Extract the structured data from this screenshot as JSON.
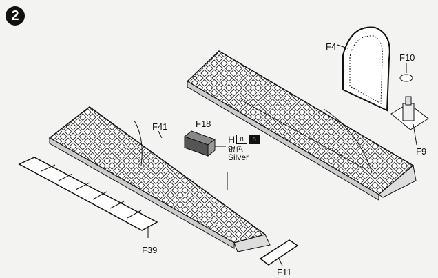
{
  "step_number": "2",
  "parts": {
    "f4": "F4",
    "f10": "F10",
    "f9": "F9",
    "f18": "F18",
    "f41": "F41",
    "f39": "F39",
    "f11": "F11"
  },
  "paint_callout": {
    "code": "H",
    "box_light": "8",
    "box_dark": "8",
    "chinese": "银色",
    "english": "Silver"
  }
}
